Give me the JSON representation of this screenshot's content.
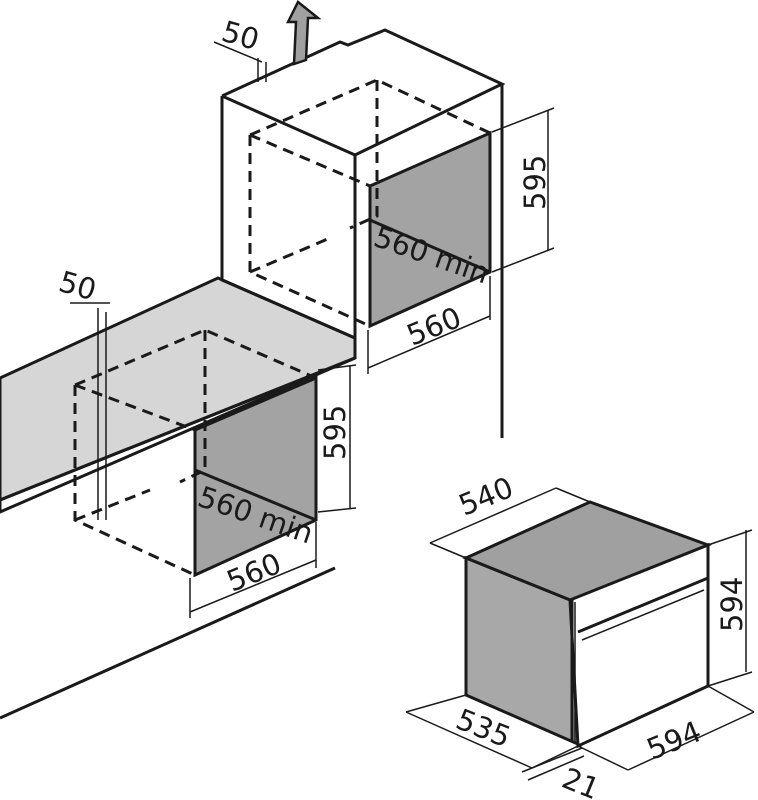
{
  "colors": {
    "line": "#1a1a1a",
    "worktop": "#d6d6d6",
    "recess": "#a3a3a3",
    "oven_side": "#a8a8a8",
    "oven_top": "#a0a0a0"
  },
  "column_install": {
    "vent_gap": "50",
    "height": "595",
    "depth_min": "560 min",
    "width": "560"
  },
  "undercounter_install": {
    "vent_gap": "50",
    "height": "595",
    "depth_min": "560 min",
    "width": "560"
  },
  "oven": {
    "top_depth": "540",
    "height": "594",
    "body_depth": "535",
    "width": "594",
    "door_thickness": "21"
  }
}
